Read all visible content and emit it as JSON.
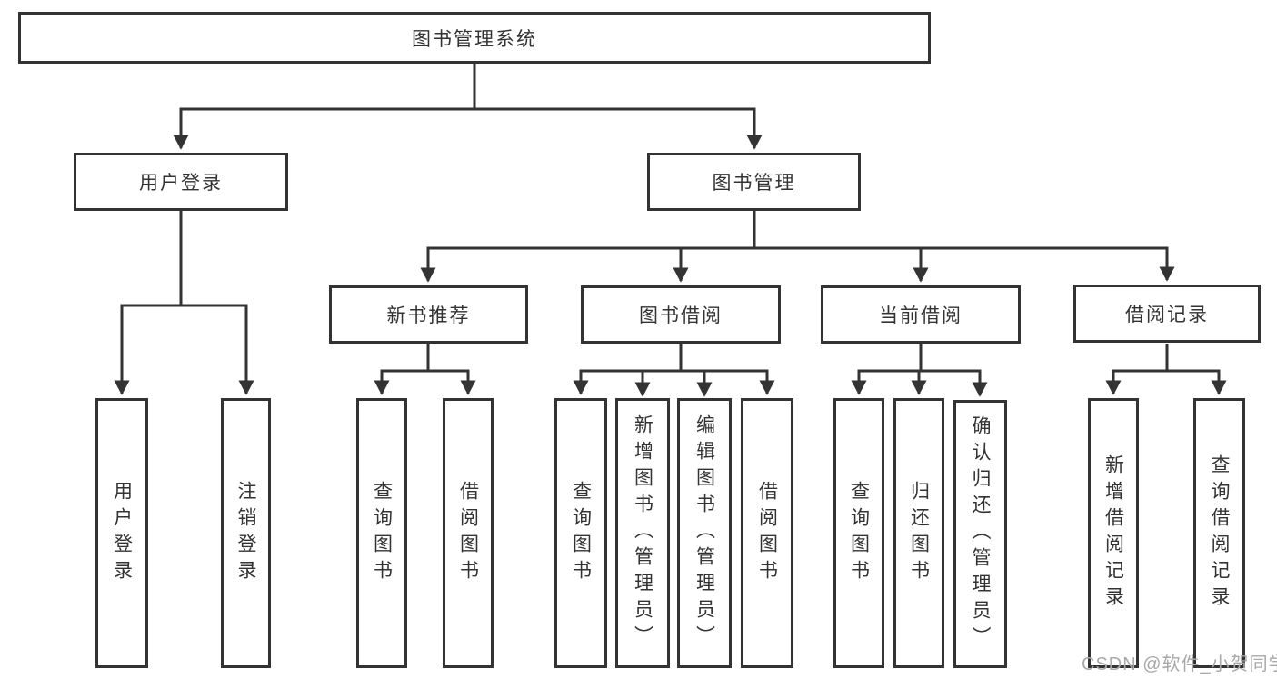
{
  "colors": {
    "line": "#333333",
    "box_background": "#ffffff",
    "text": "#333333",
    "watermark": "#a9a9a9"
  },
  "nodes": {
    "root": {
      "label": "图书管理系统"
    },
    "user_login": {
      "label": "用户登录"
    },
    "book_mgmt": {
      "label": "图书管理"
    },
    "new_book_rec": {
      "label": "新书推荐"
    },
    "book_borrow": {
      "label": "图书借阅"
    },
    "current_borrow": {
      "label": "当前借阅"
    },
    "borrow_records": {
      "label": "借阅记录"
    },
    "leaf_user_login": {
      "label": "用户登录"
    },
    "leaf_logout": {
      "label": "注销登录"
    },
    "leaf_nb_query": {
      "label": "查询图书"
    },
    "leaf_nb_borrow": {
      "label": "借阅图书"
    },
    "leaf_bb_query": {
      "label": "查询图书"
    },
    "leaf_bb_add": {
      "label": "新增图书（管理员）"
    },
    "leaf_bb_edit": {
      "label": "编辑图书（管理员）"
    },
    "leaf_bb_borrow": {
      "label": "借阅图书"
    },
    "leaf_cb_query": {
      "label": "查询图书"
    },
    "leaf_cb_return": {
      "label": "归还图书"
    },
    "leaf_cb_confirm": {
      "label": "确认归还（管理员）"
    },
    "leaf_br_add": {
      "label": "新增借阅记录"
    },
    "leaf_br_query": {
      "label": "查询借阅记录"
    }
  },
  "watermark": {
    "text": "CSDN @软件_小贺同学"
  }
}
